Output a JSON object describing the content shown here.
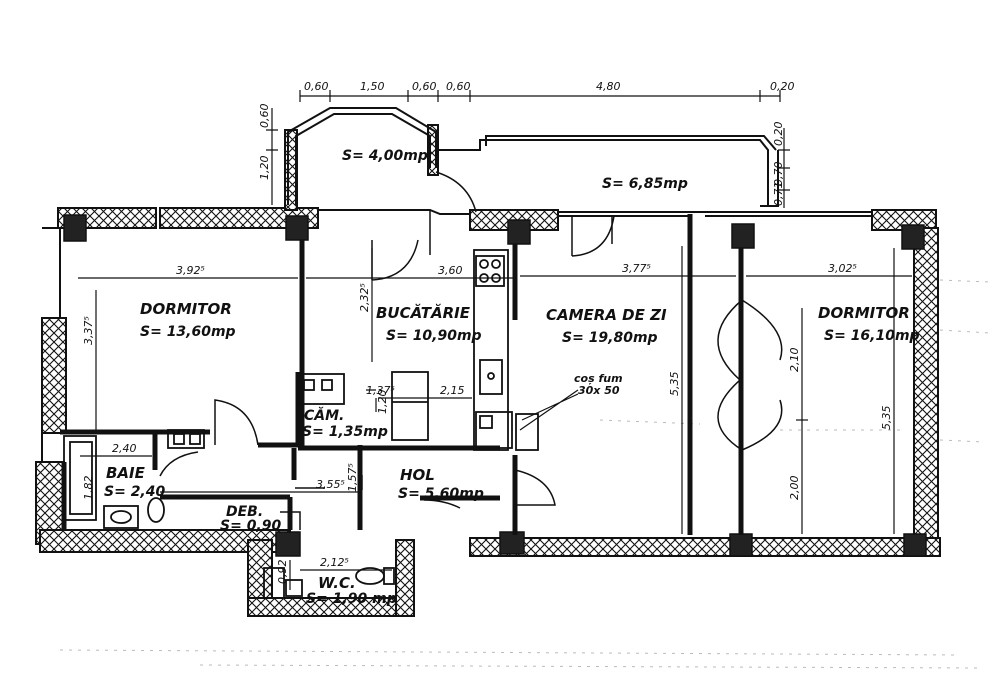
{
  "rooms": {
    "dormitor1": {
      "name": "DORMITOR",
      "area": "S= 13,60mp"
    },
    "bucatarie": {
      "name": "BUCĂTĂRIE",
      "area": "S= 10,90mp"
    },
    "camera": {
      "name": "CAMERA DE ZI",
      "area": "S= 19,80mp"
    },
    "dormitor2": {
      "name": "DORMITOR",
      "area": "S= 16,10mp"
    },
    "cam": {
      "name": "CĂM.",
      "area": "S= 1,35mp"
    },
    "hol": {
      "name": "HOL",
      "area": "S= 5,60mp"
    },
    "baie": {
      "name": "BAIE",
      "area": "S= 2,40"
    },
    "deb": {
      "name": "DEB.",
      "area": "S= 0,90"
    },
    "wc": {
      "name": "W.C.",
      "area": "S= 1,90 mp"
    },
    "balcon1": {
      "area": "S= 4,00mp"
    },
    "balcon2": {
      "area": "S= 6,85mp"
    }
  },
  "cos_fum": {
    "label": "coș fum",
    "size": "30x 50"
  },
  "dimensions": {
    "top_060a": "0,60",
    "top_150": "1,50",
    "top_060b": "0,60",
    "top_060c": "0,60",
    "top_480": "4,80",
    "top_020": "0,20",
    "left_060": "0,60",
    "left_120": "1,20",
    "right_020": "0,20",
    "right_070": "0,70",
    "right_071": "0,71",
    "dorm1_width": "3,92⁵",
    "dorm1_height": "3,37⁵",
    "buc_width": "3,60",
    "buc_height": "2,32⁵",
    "cam_width": "3,77⁵",
    "cam_height": "5,35",
    "dorm2_width": "3,02⁵",
    "dorm2_height": "5,35",
    "dorm2_210": "2,10",
    "dorm2_200": "2,00",
    "camara_137": "1,37⁵",
    "camara_120": "1,20",
    "val_215": "2,15",
    "baie_240": "2,40",
    "baie_182": "1,82",
    "hol_355": "3,55⁵",
    "hol_157": "1,57⁵",
    "wc_212": "2,12⁵",
    "wc_092": "0,92"
  }
}
